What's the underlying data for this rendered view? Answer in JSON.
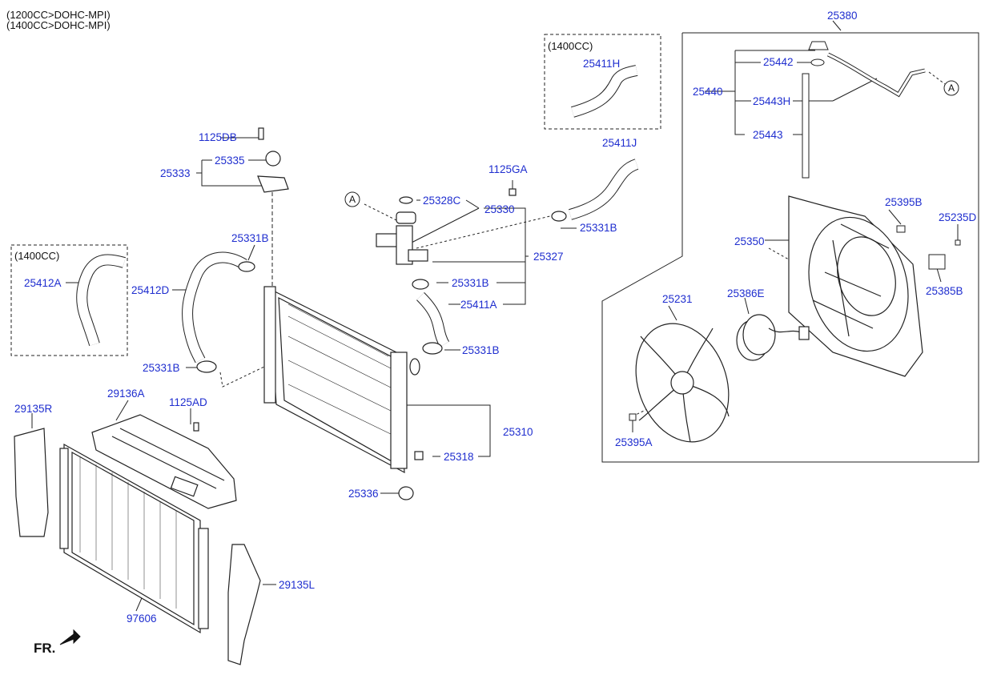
{
  "notes": [
    "(1200CC>DOHC-MPI)",
    "(1400CC>DOHC-MPI)"
  ],
  "groups": {
    "left_1400": "(1400CC)",
    "top_1400": "(1400CC)"
  },
  "ref_marker": "A",
  "front_label": "FR.",
  "parts": {
    "p25380": "25380",
    "p25442": "25442",
    "p25440": "25440",
    "p25443H": "25443H",
    "p25443": "25443",
    "p25395B": "25395B",
    "p25235D": "25235D",
    "p25350": "25350",
    "p25385B": "25385B",
    "p25231": "25231",
    "p25386E": "25386E",
    "p25395A": "25395A",
    "p25411H": "25411H",
    "p25411J": "25411J",
    "p1125GA": "1125GA",
    "p25328C": "25328C",
    "p25330": "25330",
    "p25331B_a": "25331B",
    "p25327": "25327",
    "p25331B_b": "25331B",
    "p25411A": "25411A",
    "p25331B_c": "25331B",
    "p25310": "25310",
    "p25318": "25318",
    "p25336": "25336",
    "p1125DB": "1125DB",
    "p25335": "25335",
    "p25333": "25333",
    "p25331B_d": "25331B",
    "p25412D": "25412D",
    "p25331B_e": "25331B",
    "p25412A": "25412A",
    "p29135R": "29135R",
    "p29136A": "29136A",
    "p1125AD": "1125AD",
    "p29135L": "29135L",
    "p97606": "97606"
  }
}
